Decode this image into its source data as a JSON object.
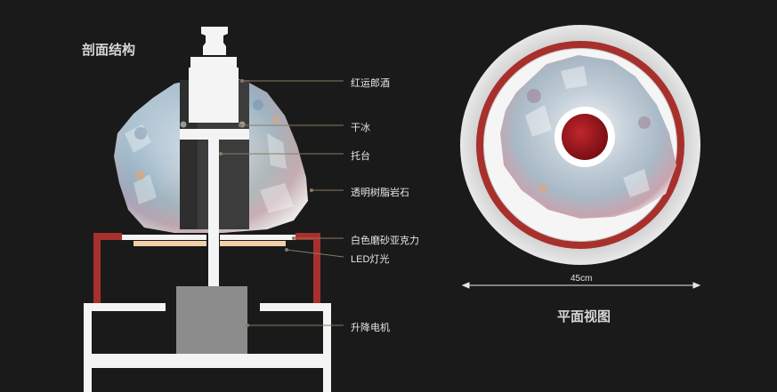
{
  "section": {
    "title": "剖面结构",
    "labels": {
      "hongyunlang": "红运郎酒",
      "dry_ice": "干冰",
      "tray": "托台",
      "resin_rock": "透明树脂岩石",
      "acrylic": "白色磨砂亚克力",
      "led": "LED灯光",
      "motor": "升降电机"
    }
  },
  "plan": {
    "title": "平面视图",
    "dimension": "45cm"
  },
  "colors": {
    "background": "#1a1a1a",
    "accent_red": "#a8302c",
    "leader_line": "#8a7a62",
    "structure_white": "#f4f4f4",
    "motor_gray": "#8c8c8c",
    "led_peach": "#f3cfa8"
  }
}
